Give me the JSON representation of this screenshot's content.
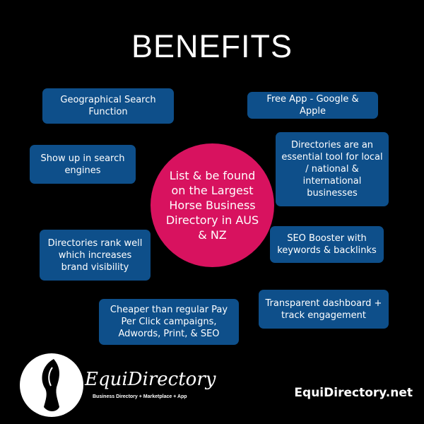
{
  "title": "BENEFITS",
  "center": "List & be found on the Largest Horse Business Directory in AUS & NZ",
  "benefits": [
    "Geographical Search Function",
    "Free App - Google & Apple",
    "Directories are an essential tool for local / national & international businesses",
    "Show up in search engines",
    "Directories rank well which increases brand visibility",
    "SEO Booster with keywords & backlinks",
    "Cheaper than regular Pay Per Click campaigns, Adwords, Print, & SEO",
    "Transparent dashboard + track engagement"
  ],
  "logo": {
    "name": "EquiDirectory",
    "tagline": "Business Directory + Marketplace + App"
  },
  "website": "EquiDirectory.net",
  "colors": {
    "box": "#0e4f8a",
    "accent": "#d8125f",
    "background": "#000000"
  }
}
